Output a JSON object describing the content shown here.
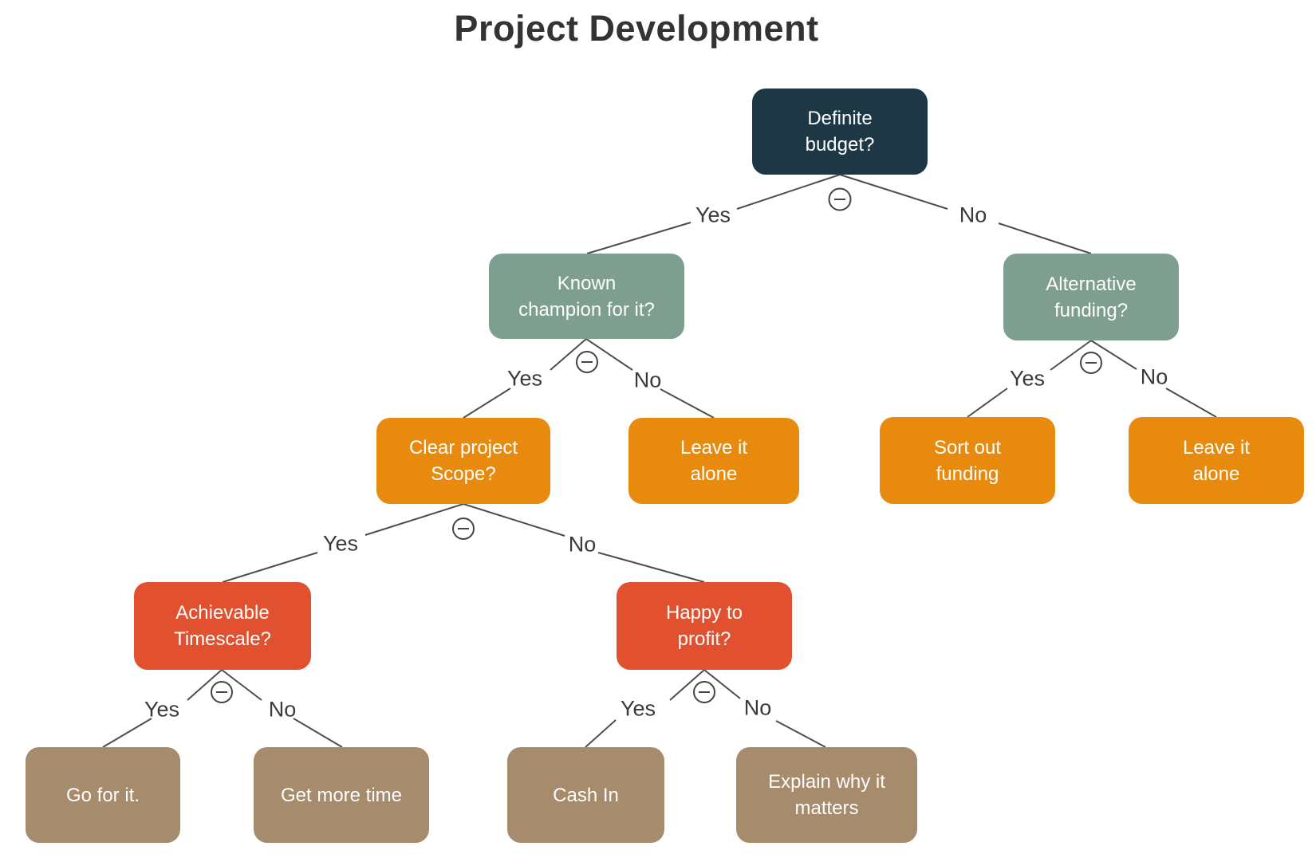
{
  "title": "Project Development",
  "palette": {
    "root_node": "#1d3844",
    "level2_node": "#7e9e8f",
    "level3_node": "#e88a0e",
    "level4_node": "#e1502f",
    "leaf_node": "#a68b6d",
    "node_text": "#ffffff",
    "edge_line": "#4d4d4d",
    "edge_label_text": "#3a3a3a",
    "title_text": "#333333",
    "background": "#ffffff"
  },
  "collapse_toggle": {
    "icon": "minus-circle-icon",
    "symbol": "−",
    "count": 6
  },
  "nodes": [
    {
      "id": "definite-budget",
      "text": "Definite budget?",
      "lines": [
        "Definite",
        "budget?"
      ]
    },
    {
      "id": "known-champion",
      "text": "Known champion for it?",
      "lines": [
        "Known",
        "champion for it?"
      ]
    },
    {
      "id": "alternative-funding",
      "text": "Alternative funding?",
      "lines": [
        "Alternative",
        "funding?"
      ]
    },
    {
      "id": "clear-project-scope",
      "text": "Clear project Scope?",
      "lines": [
        "Clear project",
        "Scope?"
      ]
    },
    {
      "id": "leave-it-alone-1",
      "text": "Leave it alone",
      "lines": [
        "Leave it",
        "alone"
      ]
    },
    {
      "id": "sort-out-funding",
      "text": "Sort out funding",
      "lines": [
        "Sort out",
        "funding"
      ]
    },
    {
      "id": "leave-it-alone-2",
      "text": "Leave it alone",
      "lines": [
        "Leave it",
        "alone"
      ]
    },
    {
      "id": "achievable-timescale",
      "text": "Achievable Timescale?",
      "lines": [
        "Achievable",
        "Timescale?"
      ]
    },
    {
      "id": "happy-to-profit",
      "text": "Happy to profit?",
      "lines": [
        "Happy to",
        "profit?"
      ]
    },
    {
      "id": "go-for-it",
      "text": "Go for it.",
      "lines": [
        "Go for it."
      ]
    },
    {
      "id": "get-more-time",
      "text": "Get more time",
      "lines": [
        "Get more time"
      ]
    },
    {
      "id": "cash-in",
      "text": "Cash In",
      "lines": [
        "Cash In"
      ]
    },
    {
      "id": "explain-why-it-matters",
      "text": "Explain why it matters",
      "lines": [
        "Explain why it",
        "matters"
      ]
    }
  ],
  "edges": [
    {
      "from": "definite-budget",
      "to": "known-champion",
      "label": "Yes"
    },
    {
      "from": "definite-budget",
      "to": "alternative-funding",
      "label": "No"
    },
    {
      "from": "known-champion",
      "to": "clear-project-scope",
      "label": "Yes"
    },
    {
      "from": "known-champion",
      "to": "leave-it-alone-1",
      "label": "No"
    },
    {
      "from": "alternative-funding",
      "to": "sort-out-funding",
      "label": "Yes"
    },
    {
      "from": "alternative-funding",
      "to": "leave-it-alone-2",
      "label": "No"
    },
    {
      "from": "clear-project-scope",
      "to": "achievable-timescale",
      "label": "Yes"
    },
    {
      "from": "clear-project-scope",
      "to": "happy-to-profit",
      "label": "No"
    },
    {
      "from": "achievable-timescale",
      "to": "go-for-it",
      "label": "Yes"
    },
    {
      "from": "achievable-timescale",
      "to": "get-more-time",
      "label": "No"
    },
    {
      "from": "happy-to-profit",
      "to": "cash-in",
      "label": "Yes"
    },
    {
      "from": "happy-to-profit",
      "to": "explain-why-it-matters",
      "label": "No"
    }
  ]
}
